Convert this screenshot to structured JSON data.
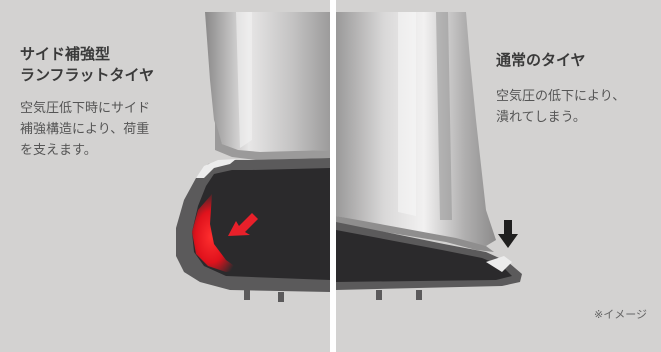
{
  "left_panel": {
    "title_line1": "サイド補強型",
    "title_line2": "ランフラットタイヤ",
    "desc_line1": "空気圧低下時にサイド",
    "desc_line2": "補強構造により、荷重",
    "desc_line3": "を支えます。"
  },
  "right_panel": {
    "title": "通常のタイヤ",
    "desc_line1": "空気圧の低下により、",
    "desc_line2": "潰れてしまう。",
    "note": "※イメージ"
  },
  "colors": {
    "background": "#d3d2d1",
    "tire_rubber": "#2b2a2c",
    "tire_cut_face": "#5b5a5b",
    "wheel_metal": "#b9b8b8",
    "reinforcement_red": "#e8202a",
    "text_dark": "#3a3a3a",
    "text_gray": "#555555"
  }
}
